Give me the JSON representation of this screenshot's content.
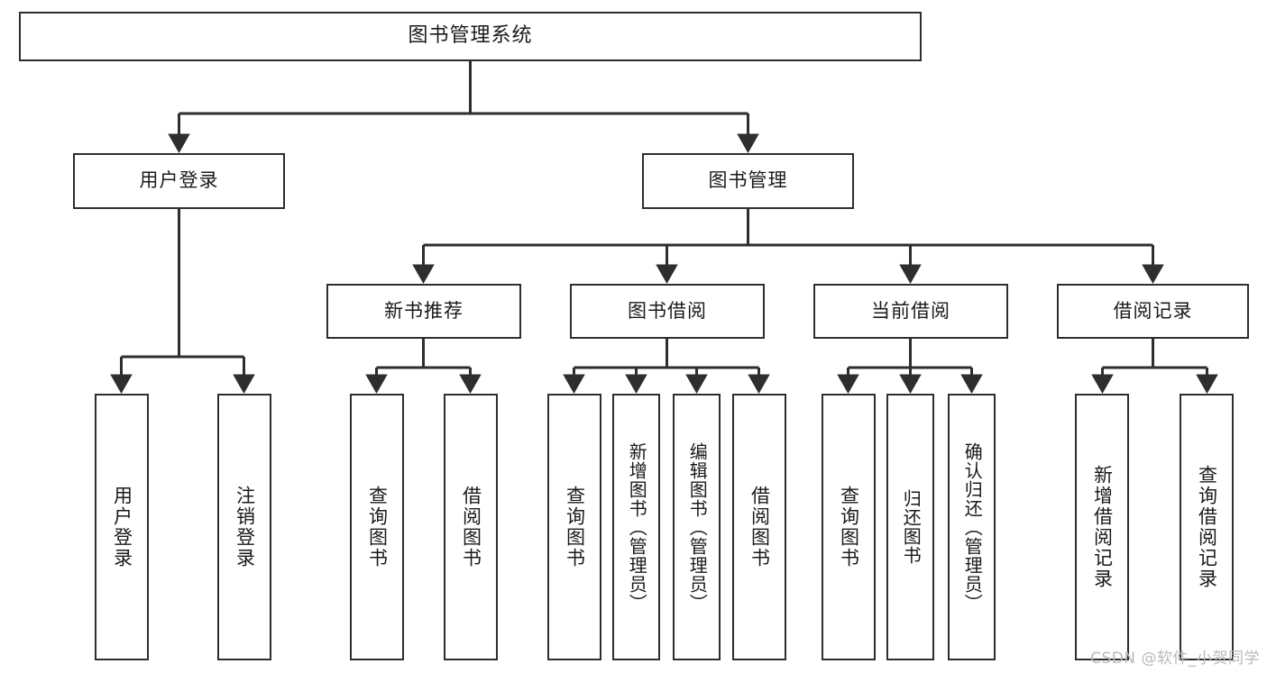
{
  "diagram": {
    "title": "图书管理系统",
    "type": "tree-hierarchy",
    "colors": {
      "stroke": "#2e2e2e",
      "fill": "#ffffff",
      "text": "#1a1a1a",
      "watermark": "#b9b9b9"
    },
    "root": {
      "label": "图书管理系统"
    },
    "tier2": [
      {
        "label": "用户登录"
      },
      {
        "label": "图书管理"
      }
    ],
    "tier3": [
      {
        "label": "新书推荐"
      },
      {
        "label": "图书借阅"
      },
      {
        "label": "当前借阅"
      },
      {
        "label": "借阅记录"
      }
    ],
    "leaves": {
      "user_login": [
        {
          "label": "用户登录"
        },
        {
          "label": "注销登录"
        }
      ],
      "new_book_recommend": [
        {
          "label": "查询图书"
        },
        {
          "label": "借阅图书"
        }
      ],
      "book_borrow": [
        {
          "label": "查询图书"
        },
        {
          "label": "新增图书（管理员）"
        },
        {
          "label": "编辑图书（管理员）"
        },
        {
          "label": "借阅图书"
        }
      ],
      "current_borrow": [
        {
          "label": "查询图书"
        },
        {
          "label": "归还图书"
        },
        {
          "label": "确认归还（管理员）"
        }
      ],
      "borrow_record": [
        {
          "label": "新增借阅记录"
        },
        {
          "label": "查询借阅记录"
        }
      ]
    },
    "watermark": "CSDN @软件_小贺同学"
  }
}
